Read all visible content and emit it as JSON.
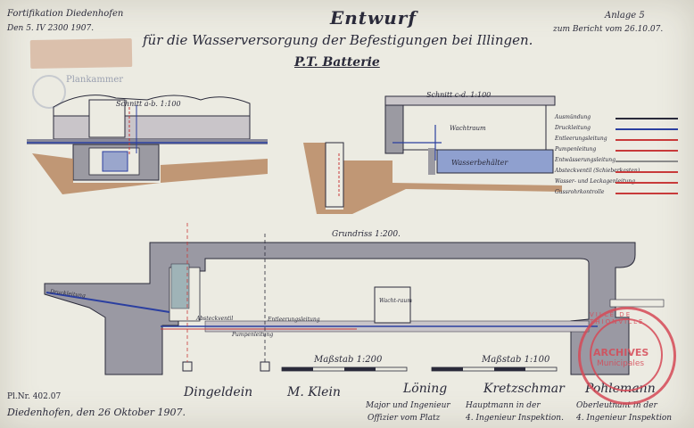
{
  "header": {
    "line1": "Fortifikation Diedenhofen",
    "line2": "Den 5. IV 2300 1907.",
    "annex": "Anlage 5",
    "report_ref": "zum Bericht vom 26.10.07."
  },
  "title": "Entwurf",
  "subtitle": "für die Wasserversorgung der Befestigungen bei Illingen.",
  "battery": "P.T. Batterie",
  "plan_stamp": "Plankammer",
  "sections": {
    "ab": "Schnitt a-b. 1:100",
    "cd": "Schnitt c-d. 1:100",
    "plan": "Grundriss 1:200."
  },
  "section_labels": {
    "wachtraum": "Wachtraum",
    "wasserbehaelter": "Wasserbehälter",
    "wachraum_plan": "Wacht-raum"
  },
  "legend": {
    "items": [
      {
        "label": "Ausmündung",
        "color": "#2a2a3a"
      },
      {
        "label": "Druckleitung",
        "color": "#2b3fa0"
      },
      {
        "label": "Entleerungsleitung",
        "color": "#c83a3a"
      },
      {
        "label": "Pumpenleitung",
        "color": "#c83a3a"
      },
      {
        "label": "Entwässerungsleitung",
        "color": "#8a8a8a"
      },
      {
        "label": "Absteckventil (Schieberkasten)",
        "color": "#c83a3a"
      },
      {
        "label": "Wasser- und Leckagenleitung",
        "color": "#c83a3a"
      },
      {
        "label": "Gussrohrkontrolle",
        "color": "#c83a3a"
      }
    ]
  },
  "plan_labels": {
    "druckleitung": "Druckleitung",
    "entleerung": "Entleerungsleitung",
    "pumpe": "Pumpenleitung",
    "schieber": "Absteckventil"
  },
  "scales": {
    "s1": "Maßstab 1:200",
    "s2": "Maßstab 1:100"
  },
  "footer": {
    "reg": "Pl.Nr. 402.07",
    "place_date": "Diedenhofen, den 26 Oktober 1907.",
    "sig1": "Dingeldein",
    "sig2": "M. Klein",
    "sig3": "Löning",
    "sig3_role1": "Major und Ingenieur",
    "sig3_role2": "Offizier vom Platz",
    "sig4": "Kretzschmar",
    "sig4_role1": "Hauptmann in der",
    "sig4_role2": "4. Ingenieur Inspektion.",
    "sig5": "Pohlemann",
    "sig5_role1": "Oberleutnant in der",
    "sig5_role2": "4. Ingenieur Inspektion"
  },
  "archives_stamp": {
    "ring": "VILLE DE THIONVILLE",
    "line1": "ARCHIVES",
    "line2": "Municipales"
  }
}
